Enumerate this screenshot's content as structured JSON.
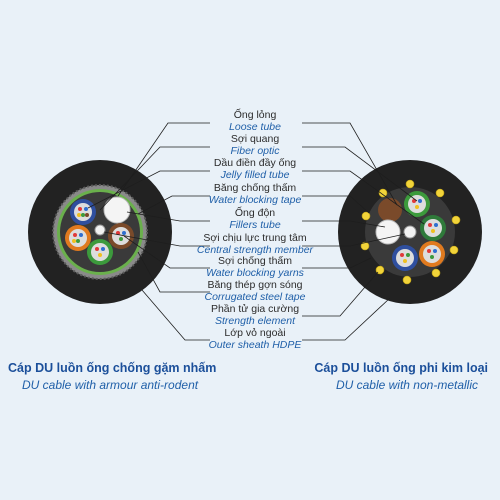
{
  "labels": [
    {
      "vi": "Ống lỏng",
      "en": "Loose tube"
    },
    {
      "vi": "Sợi quang",
      "en": "Fiber optic"
    },
    {
      "vi": "Dầu điền đầy ống",
      "en": "Jelly filled tube"
    },
    {
      "vi": "Băng chống thấm",
      "en": "Water blocking tape"
    },
    {
      "vi": "Ống độn",
      "en": "Fillers tube"
    },
    {
      "vi": "Sợi chịu lực trung tâm",
      "en": "Central strength member"
    },
    {
      "vi": "Sợi chống thấm",
      "en": "Water blocking yarns"
    },
    {
      "vi": "Băng thép gợn sóng",
      "en": "Corrugated steel tape"
    },
    {
      "vi": "Phần tử gia cường",
      "en": "Strength element"
    },
    {
      "vi": "Lớp vỏ ngoài",
      "en": "Outer sheath HDPE"
    }
  ],
  "left_cable": {
    "caption_vi": "Cáp DU luồn ống chống gặm nhấm",
    "caption_en": "DU cable with armour anti-rodent"
  },
  "right_cable": {
    "caption_vi": "Cáp DU luồn ống phi kim loại",
    "caption_en": "DU cable with non-metallic"
  },
  "colors": {
    "background": "#e9f1f8",
    "sheath": "#222222",
    "caption_blue": "#1b4f9a",
    "label_blue": "#1f5fa8",
    "tube_blue": "#2f4f9f",
    "tube_orange": "#e07a1f",
    "tube_green": "#3c9a3c",
    "tube_brown": "#7a4a2a",
    "strength_yellow": "#f2d43a",
    "tape_green": "#6ab04c"
  }
}
